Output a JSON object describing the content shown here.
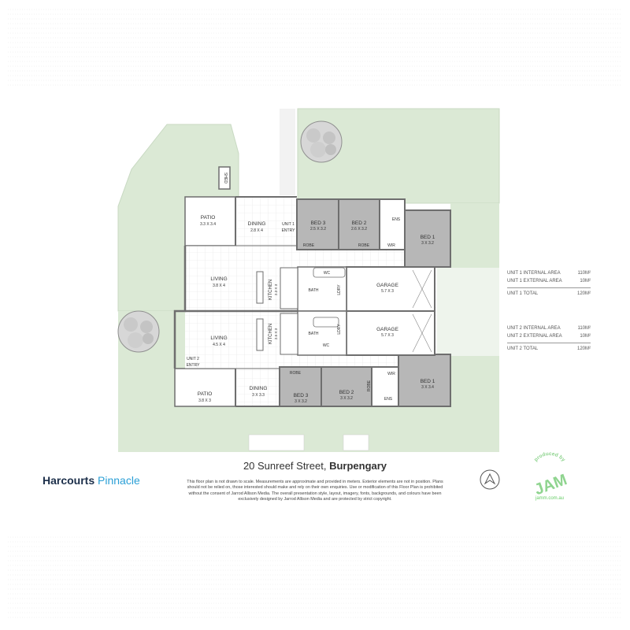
{
  "title": {
    "street": "20 Sunreef Street,",
    "suburb": "Burpengary"
  },
  "brand": {
    "name": "Harcourts",
    "office": "Pinnacle"
  },
  "disclaimer": "This floor plan is not drawn to scale. Measurements are approximate and provided in meters. Exterior elements are not in position. Plans should not be relied on, those interested should make and rely on their own enquiries. Use or modification of this Floor Plan is prohibited without the consent of Jarrod Allison Media. The overall presentation style, layout, imagery, fonts, backgrounds, and colours have been exclusively designed by Jarrod Allison Media and are protected by strict copyright.",
  "producer": {
    "top_text": "produced by",
    "logo_text": "JAM",
    "url": "jamm.com.au"
  },
  "areas": {
    "unit1": [
      {
        "label": "UNIT 1 INTERNAL AREA",
        "value": "110M²"
      },
      {
        "label": "UNIT 1 EXTERNAL AREA",
        "value": "10M²"
      },
      {
        "label": "UNIT 1 TOTAL",
        "value": "120M²"
      }
    ],
    "unit2": [
      {
        "label": "UNIT 2 INTERNAL AREA",
        "value": "110M²"
      },
      {
        "label": "UNIT 2 EXTERNAL AREA",
        "value": "10M²"
      },
      {
        "label": "UNIT 2 TOTAL",
        "value": "120M²"
      }
    ]
  },
  "rooms": {
    "shed": "SHED",
    "u1_patio": "PATIO",
    "u1_patio_dim": "3.3 X 3.4",
    "u1_dining": "DINING",
    "u1_dining_dim": "2.8 X 4",
    "u1_entry": "UNIT 1",
    "u1_entry_2": "ENTRY",
    "u1_bed3": "BED 3",
    "u1_bed3_dim": "2.5 X 3.2",
    "u1_bed2": "BED 2",
    "u1_bed2_dim": "2.6 X 3.2",
    "u1_bed1": "BED 1",
    "u1_bed1_dim": "3 X 3.2",
    "u1_ens": "ENS",
    "u1_wir": "WIR",
    "u1_robe3": "ROBE",
    "u1_robe2": "ROBE",
    "u1_living": "LIVING",
    "u1_living_dim": "3.8 X 4",
    "u1_kitchen": "KITCHEN",
    "u1_kitchen_dim": "2.3 X 3",
    "u1_bath": "BATH",
    "u1_wc": "WC",
    "u1_ldry": "LDRY",
    "u1_garage": "GARAGE",
    "u1_garage_dim": "5.7 X 3",
    "u2_living": "LIVING",
    "u2_living_dim": "4.5 X 4",
    "u2_kitchen": "KITCHEN",
    "u2_kitchen_dim": "2.5 X 3",
    "u2_bath": "BATH",
    "u2_wc": "WC",
    "u2_ldry": "LDRY",
    "u2_garage": "GARAGE",
    "u2_garage_dim": "5.7 X 3",
    "u2_entry": "UNIT 2",
    "u2_entry_2": "ENTRY",
    "u2_patio": "PATIO",
    "u2_patio_dim": "3.8 X 3",
    "u2_dining": "DINING",
    "u2_dining_dim": "3 X 3.3",
    "u2_bed3": "BED 3",
    "u2_bed3_dim": "3 X 3.2",
    "u2_bed2": "BED 2",
    "u2_bed2_dim": "3 X 3.2",
    "u2_bed1": "BED 1",
    "u2_bed1_dim": "3 X 3.4",
    "u2_ens": "ENS",
    "u2_wir": "WIR",
    "u2_robe3": "ROBE",
    "u2_robe2": "ROBE"
  },
  "colors": {
    "lawn": "#dbe9d5",
    "bedroom_fill": "#b7b7b7",
    "wall": "#6e6e6e",
    "brand_navy": "#1c2f4a",
    "brand_blue": "#2a9fd6",
    "jam_green": "#8fd48f"
  }
}
